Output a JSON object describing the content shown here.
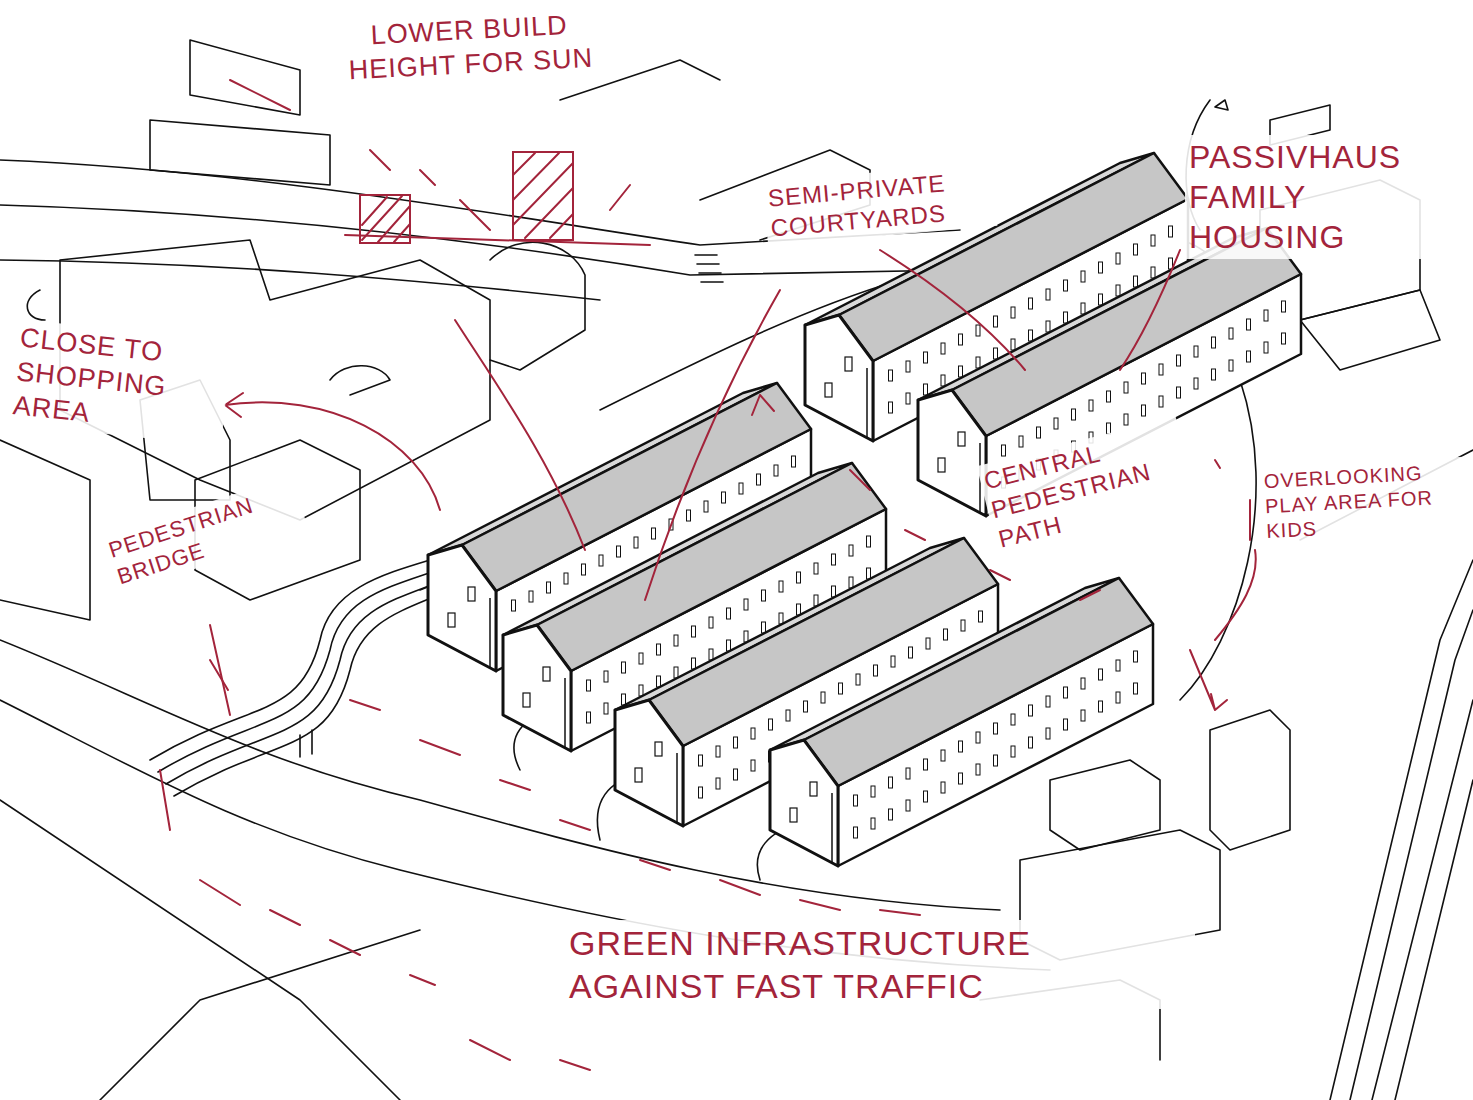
{
  "diagram": {
    "labels": [
      "LOWER BUILD HEIGHT FOR SUN",
      "SEMI-PRIVATE COURTYARDS",
      "PASSIVHAUS FAMILY HOUSING",
      "CLOSE TO SHOPPING AREA",
      "PEDESTRIAN BRIDGE",
      "CENTRAL PEDESTRIAN PATH",
      "OVERLOOKING PLAY AREA FOR KIDS",
      "GREEN INFRASTRUCTURE AGAINST FAST TRAFFIC"
    ]
  }
}
